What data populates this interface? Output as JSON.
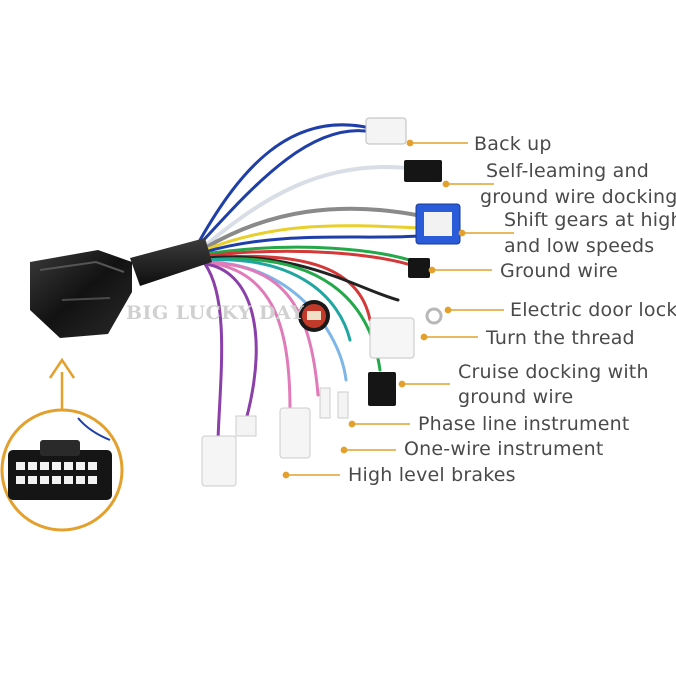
{
  "watermark": "BIG LUCKY DAY",
  "colors": {
    "leader": "#e4a02c",
    "label_text": "#4a4a4a",
    "plug_body": "#1c1c1c",
    "wire_blue": "#1f3fa8",
    "wire_white": "#d8dde6",
    "wire_gray": "#8a8a8a",
    "wire_yellow": "#e8cf2a",
    "wire_green": "#23a84a",
    "wire_red": "#d43838",
    "wire_black": "#222222",
    "wire_purple": "#8b3fa8",
    "wire_pink": "#e07ab8",
    "wire_teal": "#20a6a0",
    "wire_lightblue": "#7fb6e8",
    "wire_brown": "#8a5a2a"
  },
  "labels": {
    "back_up": "Back up",
    "self_learning_l1": "Self-leaming and",
    "self_learning_l2": "ground wire docking",
    "shift_gears_l1": "Shift gears at high",
    "shift_gears_l2": "and low speeds",
    "ground_wire": "Ground wire",
    "electric_door_lock": "Electric door lock",
    "turn_the_thread": "Turn the thread",
    "cruise_docking_l1": "Cruise docking with",
    "cruise_docking_l2": "ground wire",
    "phase_line_instrument": "Phase line instrument",
    "one_wire_instrument": "One-wire instrument",
    "high_level_brakes": "High level brakes"
  },
  "icons": [
    "main-plug-icon",
    "connector-closeup-icon",
    "arrow-up-icon",
    "brand-badge-icon"
  ]
}
